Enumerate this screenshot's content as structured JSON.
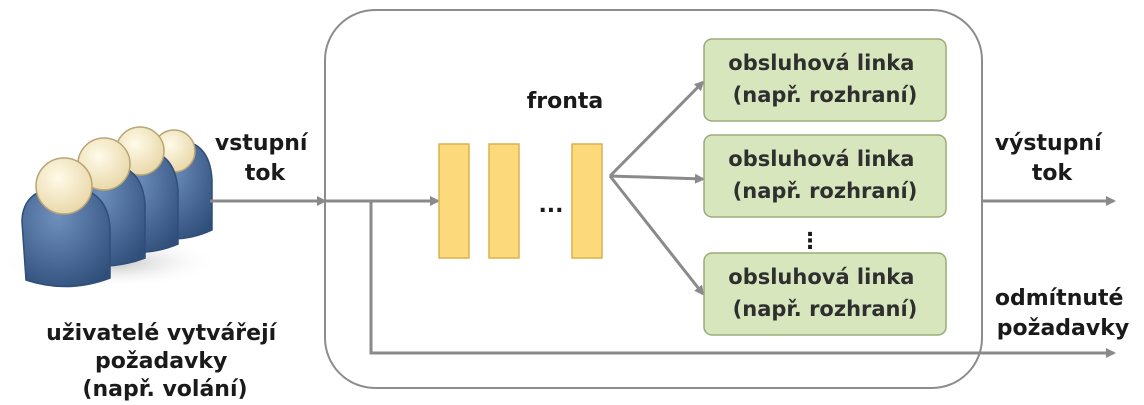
{
  "users_label": [
    "uživatelé vytvářejí",
    "požadavky",
    "(např. volání)"
  ],
  "input_flow_label": [
    "vstupní",
    "tok"
  ],
  "queue_label": "fronta",
  "queue_ellipsis": "...",
  "servers": [
    {
      "line1": "obsluhová linka",
      "line2": "(např. rozhraní)"
    },
    {
      "line1": "obsluhová linka",
      "line2": "(např. rozhraní)"
    },
    {
      "line1": "obsluhová linka",
      "line2": "(např. rozhraní)"
    }
  ],
  "servers_ellipsis": "⋮",
  "output_flow_label": [
    "výstupní",
    "tok"
  ],
  "rejected_label": [
    "odmítnuté",
    "požadavky"
  ],
  "colors": {
    "queue_fill": "#fcd97a",
    "queue_stroke": "#d9b24a",
    "server_fill": "#d8e6bd",
    "server_stroke": "#9aab78",
    "arrow": "#8a8a8a",
    "system_border": "#8c8c8c",
    "user_body": "#4a6e9b",
    "user_head": "#f6e9c6"
  }
}
